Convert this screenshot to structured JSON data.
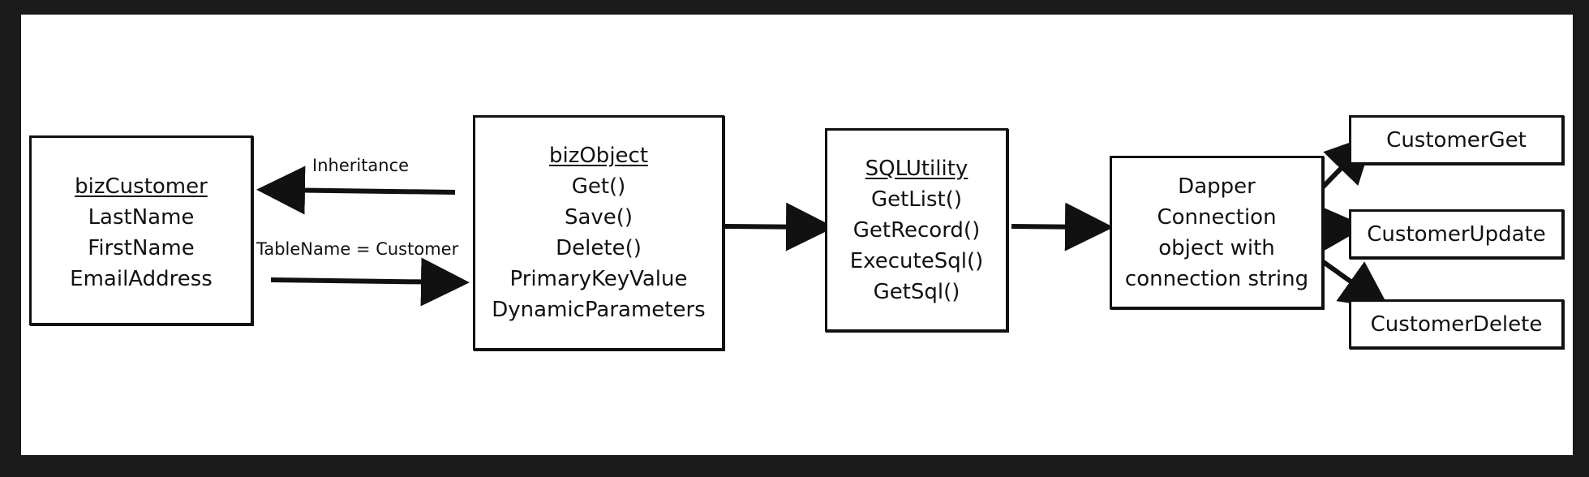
{
  "colors": {
    "background": "#1a1a1a",
    "canvas": "#ffffff",
    "ink": "#111111"
  },
  "boxes": {
    "bizCustomer": {
      "title": "bizCustomer",
      "lines": [
        "LastName",
        "FirstName",
        "EmailAddress"
      ]
    },
    "bizObject": {
      "title": "bizObject",
      "lines": [
        "Get()",
        "Save()",
        "Delete()",
        "PrimaryKeyValue",
        "DynamicParameters"
      ]
    },
    "sqlUtility": {
      "title": "SQLUtility",
      "lines": [
        "GetList()",
        "GetRecord()",
        "ExecuteSql()",
        "GetSql()"
      ]
    },
    "dapper": {
      "lines": [
        "Dapper",
        "Connection",
        "object with",
        "connection string"
      ]
    },
    "customerGet": {
      "label": "CustomerGet"
    },
    "customerUpdate": {
      "label": "CustomerUpdate"
    },
    "customerDelete": {
      "label": "CustomerDelete"
    }
  },
  "edges": {
    "inheritance": "Inheritance",
    "tableName": "TableName = Customer"
  }
}
